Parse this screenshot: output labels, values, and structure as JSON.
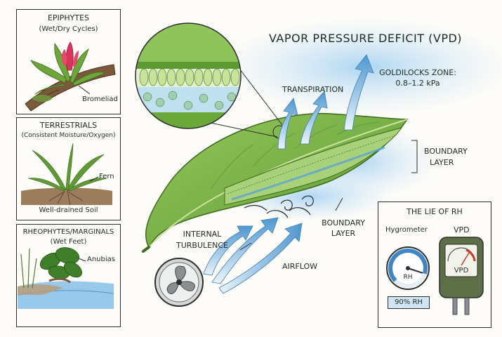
{
  "title": "VAPOR PRESSURE DEFICIT (VPD)",
  "panels": {
    "epiphytes": {
      "title": "EPIPHYTES",
      "subtitle": "(Wet/Dry Cycles)",
      "plant": "Bromeliad"
    },
    "terrestrials": {
      "title": "TERRESTRIALS",
      "subtitle": "(Consistent Moisture/Oxygen)",
      "plant": "Fern",
      "soil": "Well-drained Soil"
    },
    "rheophytes": {
      "title": "RHEOPHYTES/MARGINALS",
      "subtitle": "(Wet Feet)",
      "plant": "Anubias"
    }
  },
  "leaf_labels": {
    "transpiration": "TRANSPIRATION",
    "goldilocks_title": "GOLDILOCKS ZONE:",
    "goldilocks_range": "0.8–1.2 kPa",
    "boundary_right_1": "BOUNDARY",
    "boundary_right_2": "LAYER",
    "boundary_lower_1": "BOUNDARY",
    "boundary_lower_2": "LAYER",
    "internal_1": "INTERNAL",
    "internal_2": "TURBULENCE",
    "airflow": "AIRFLOW"
  },
  "rh_panel": {
    "title": "THE LIE OF RH",
    "hygrometer": "Hygrometer",
    "vpd": "VPD",
    "gauge_label": "RH",
    "meter_label": "VPD",
    "reading": "90% RH",
    "hygrometer_level": 0.9
  },
  "colors": {
    "leaf": "#7cb548",
    "leaf_dark": "#4f8a2c",
    "water": "#6aaee0",
    "arrow": "#5b9fd6",
    "meter_body": "#5d6f47",
    "ink": "#2d2d2d"
  },
  "icons": [
    "fan-icon",
    "hygrometer-gauge-icon",
    "vpd-meter-icon",
    "magnifier-icon"
  ]
}
